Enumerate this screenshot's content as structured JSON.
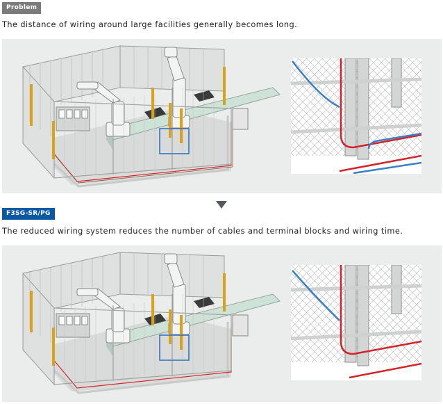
{
  "problem": {
    "badge": "Problem",
    "badge_color": "#7b7b7b",
    "caption": "The distance of wiring around large facilities generally becomes long."
  },
  "solution": {
    "badge": "F3SG-SR/PG",
    "badge_color": "#0a57a4",
    "caption": "The reduced wiring system reduces the number of cables and terminal blocks and wiring time."
  },
  "colors": {
    "panel_bg": "#ebedec",
    "wire_red": "#d2232a",
    "wire_blue": "#3b7fc4",
    "highlight_box": "#2c6fbd",
    "sensor_yellow": "#d8a21a"
  }
}
